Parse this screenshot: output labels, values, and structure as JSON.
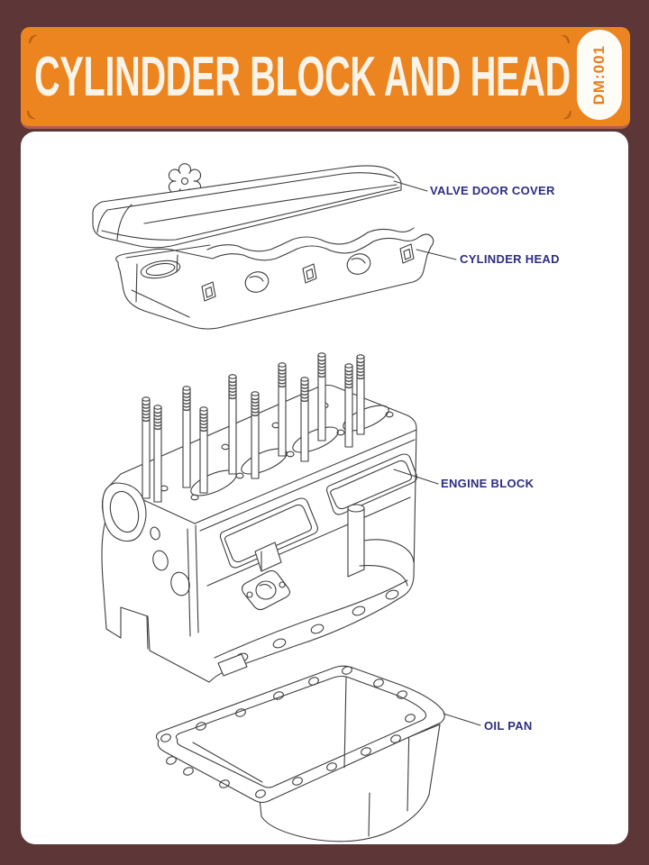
{
  "header": {
    "title": "CYLINDDER BLOCK AND HEAD",
    "badge": "DM:001"
  },
  "colors": {
    "background": "#5d3737",
    "banner": "#ec8420",
    "banner_edge": "#b2604f",
    "title_text": "#f9f3e8",
    "badge_background": "#fdfcf7",
    "badge_text": "#e87d1e",
    "label_text": "#2d2d80",
    "line_art": "#3d3d3d"
  },
  "diagram": {
    "labels": [
      {
        "id": "valve-door-cover",
        "text": "VALVE DOOR COVER"
      },
      {
        "id": "cylinder-head",
        "text": "CYLINDER HEAD"
      },
      {
        "id": "engine-block",
        "text": "ENGINE BLOCK"
      },
      {
        "id": "oil-pan",
        "text": "OIL PAN"
      }
    ]
  }
}
